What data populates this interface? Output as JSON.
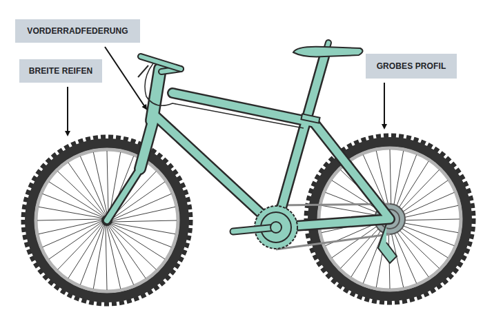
{
  "diagram": {
    "nodes": [
      {
        "text": [
          "VORDERRADFEDERUNG"
        ]
      },
      {
        "text": [
          "BREITE REIFEN"
        ]
      },
      {
        "text": [
          "GROBES PROFIL"
        ]
      }
    ]
  }
}
